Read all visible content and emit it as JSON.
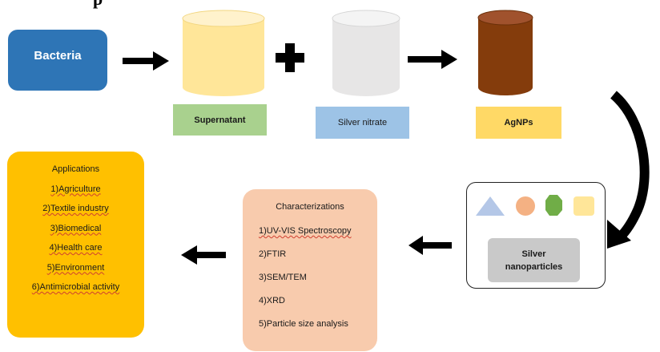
{
  "title_fragment": "p",
  "boxes": {
    "bacteria": "Bacteria",
    "supernatant": "Supernatant",
    "silver_nitrate": "Silver nitrate",
    "agnps": "AgNPs",
    "silver_nanoparticles_line1": "Silver",
    "silver_nanoparticles_line2": "nanoparticles"
  },
  "applications": {
    "heading": "Applications",
    "items": [
      "1)Agriculture",
      "2)Textile industry",
      "3)Biomedical",
      "4)Health care",
      "5)Environment",
      "6)Antimicrobial  activity"
    ]
  },
  "characterizations": {
    "heading": "Characterizations",
    "items": [
      "1)UV-VIS Spectroscopy",
      "2)FTIR",
      "3)SEM/TEM",
      "4)XRD",
      "5)Particle  size analysis"
    ]
  },
  "colors": {
    "bacteria": "#2e75b6",
    "supernatant_cylinder": "#ffe699",
    "silver_nitrate_cylinder": "#e7e6e6",
    "agnps_cylinder": "#843c0c",
    "supernatant_label": "#a9d18e",
    "silver_nitrate_label": "#9dc3e6",
    "agnps_label": "#ffd966",
    "applications": "#ffc000",
    "characterizations": "#f8cbad",
    "nanoparticles_label": "#c9c9c9"
  }
}
